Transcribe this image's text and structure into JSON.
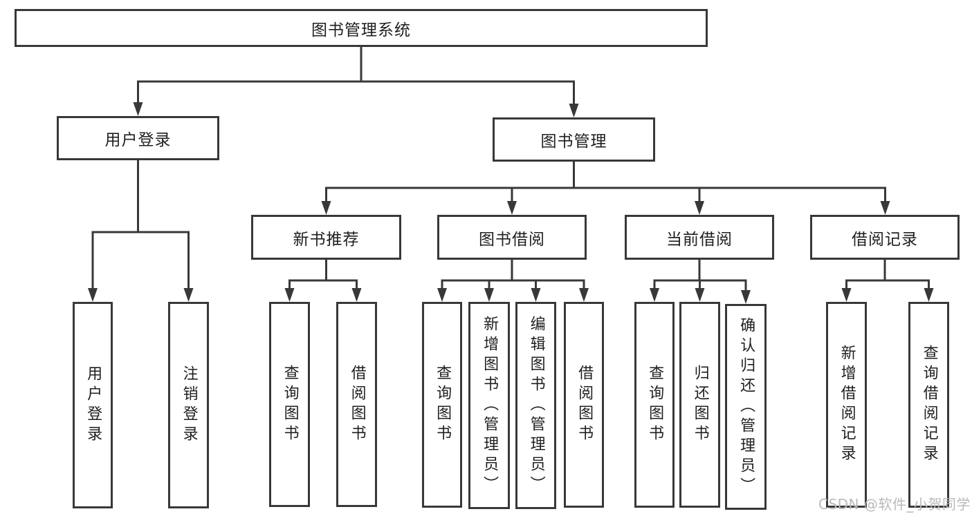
{
  "title": "图书管理系统",
  "nodes": {
    "user_login": "用户登录",
    "book_management": "图书管理",
    "new_book_recommend": "新书推荐",
    "book_borrow": "图书借阅",
    "current_borrow": "当前借阅",
    "borrow_records": "借阅记录"
  },
  "leaves": {
    "user_login": [
      "用户登录",
      "注销登录"
    ],
    "new_book_recommend": [
      "查询图书",
      "借阅图书"
    ],
    "book_borrow": [
      "查询图书",
      "新增图书（管理员）",
      "编辑图书（管理员）",
      "借阅图书"
    ],
    "current_borrow": [
      "查询图书",
      "归还图书",
      "确认归还（管理员）"
    ],
    "borrow_records": [
      "新增借阅记录",
      "查询借阅记录"
    ]
  },
  "watermark": "CSDN @软件_小贺同学",
  "colors": {
    "line": "#383838",
    "text": "#1f1f1f",
    "box_background": "#ffffff",
    "watermark": "#b9b9b9",
    "background": "#ffffff"
  }
}
